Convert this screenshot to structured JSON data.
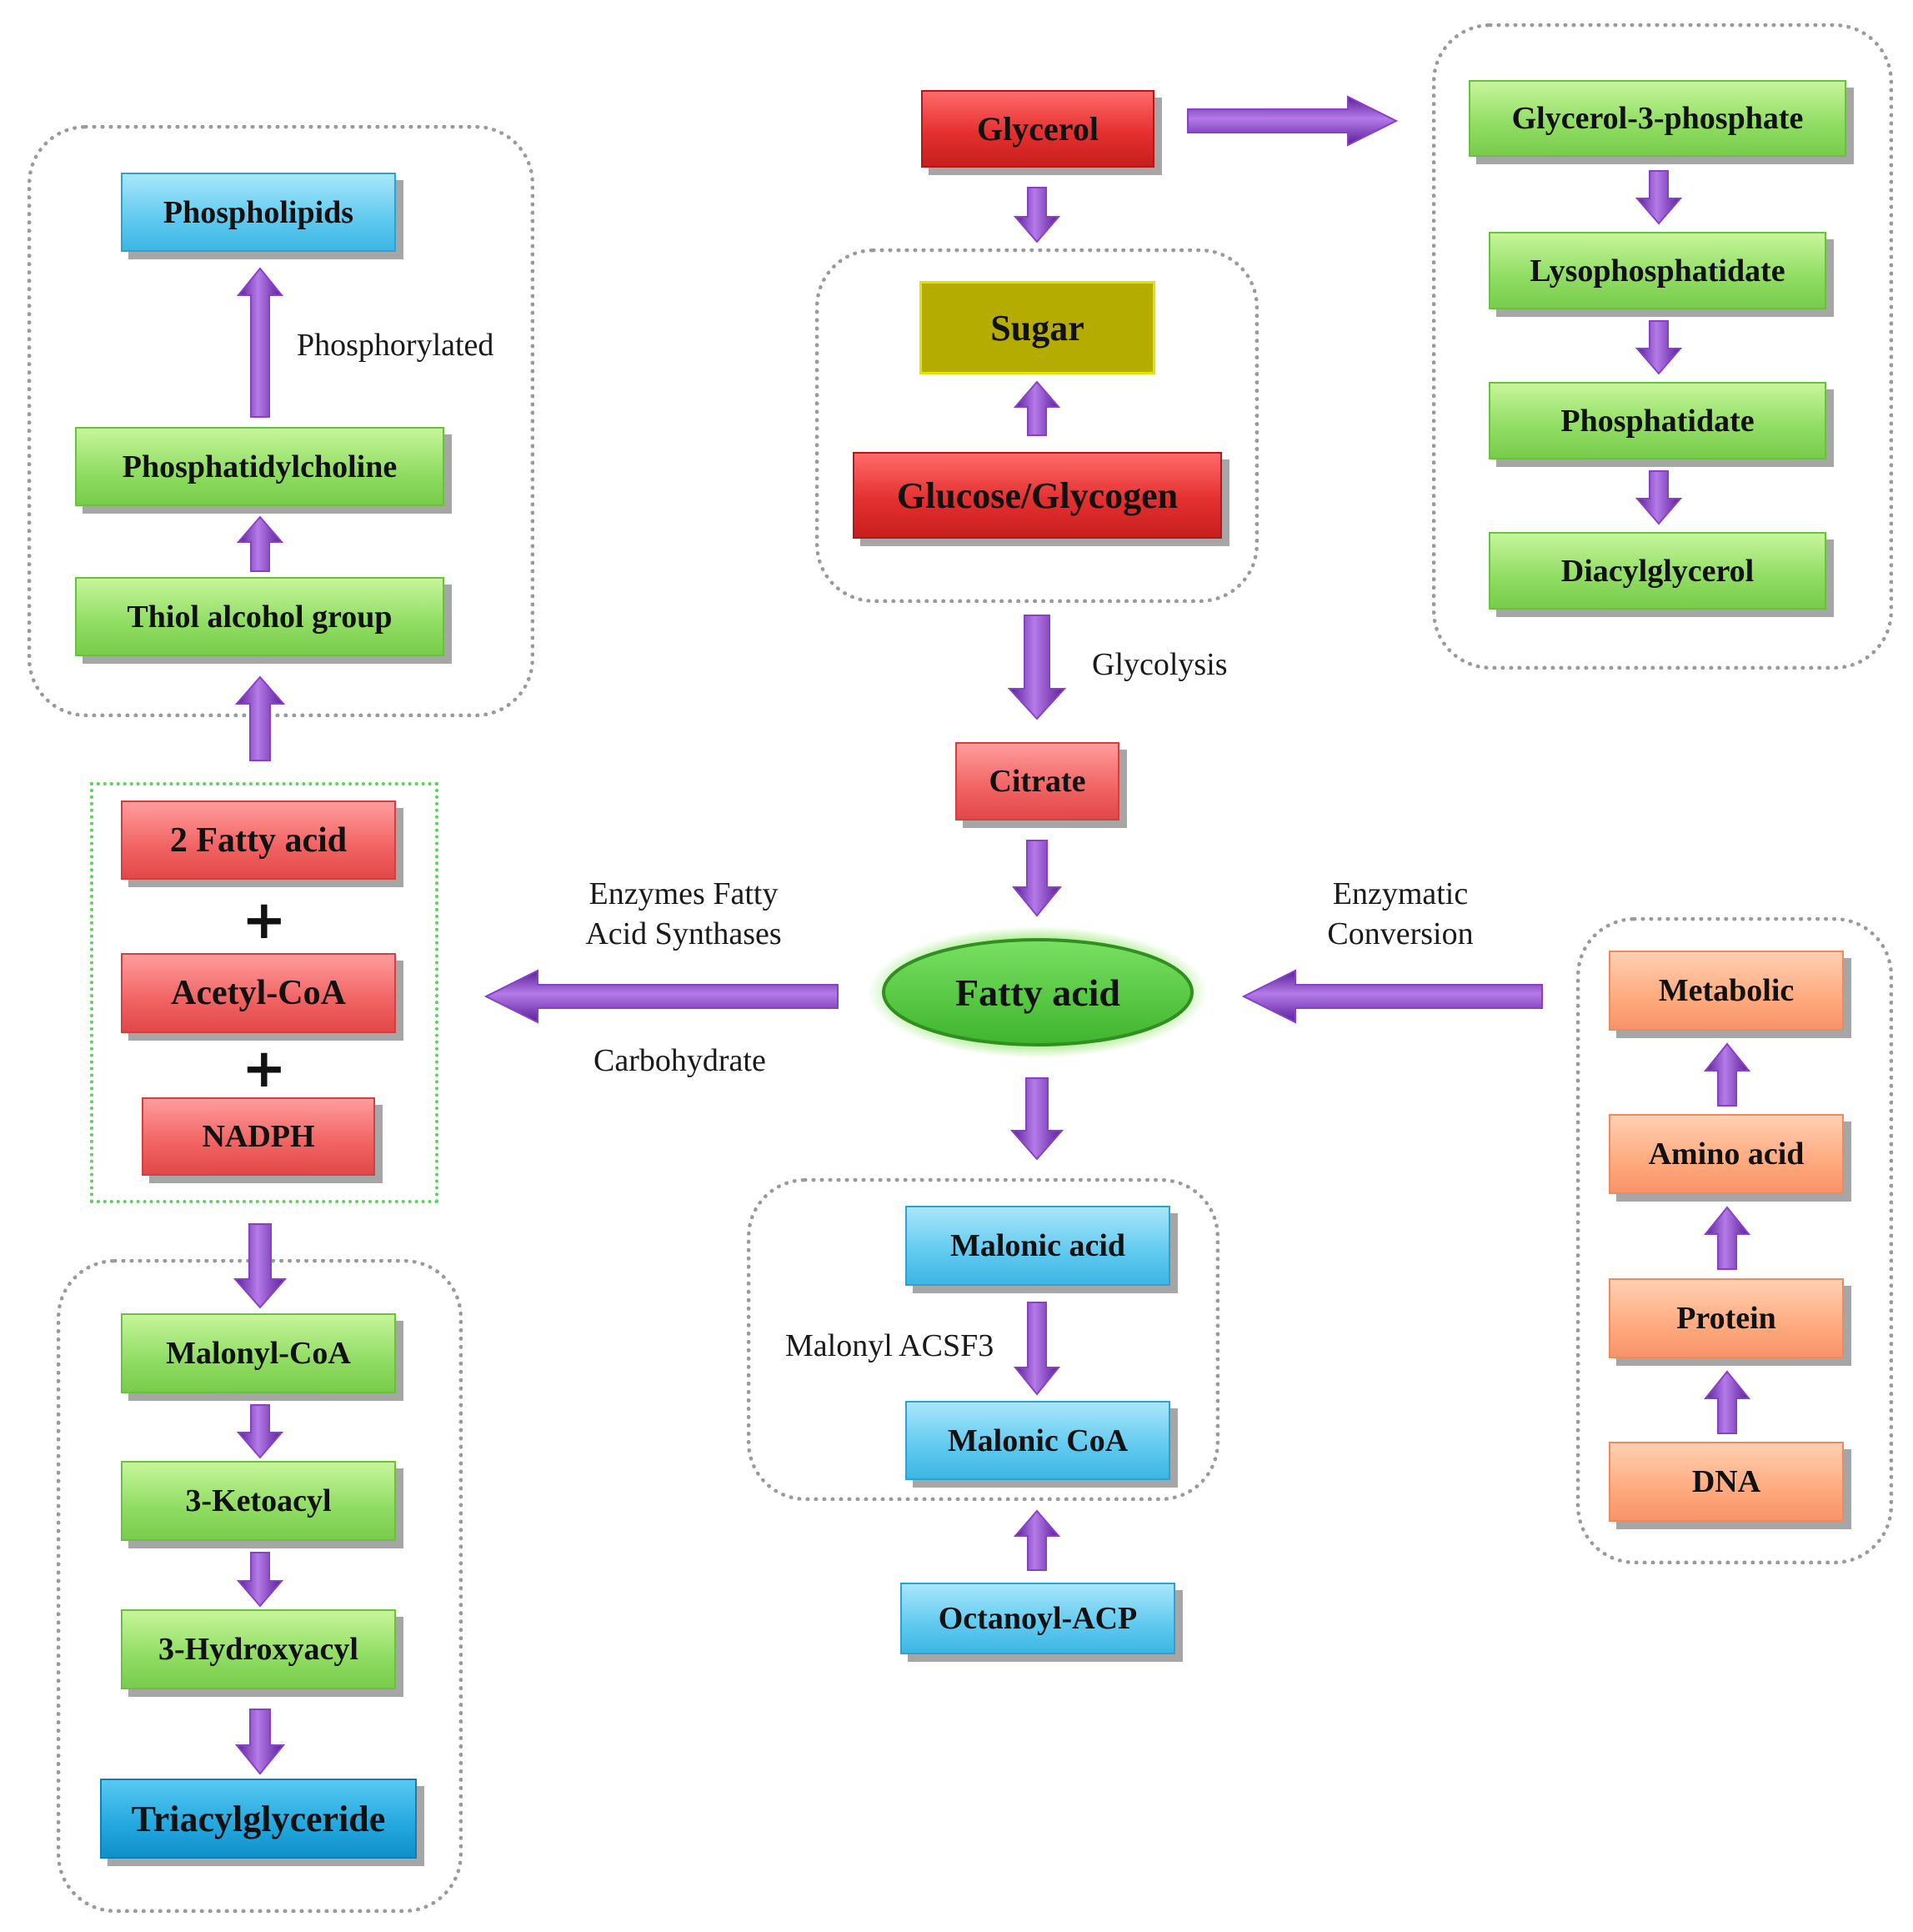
{
  "diagram": {
    "nodes": {
      "glycerol": "Glycerol",
      "sugar": "Sugar",
      "glucose_glycogen": "Glucose/Glycogen",
      "citrate": "Citrate",
      "fatty_acid": "Fatty acid",
      "malonic_acid": "Malonic acid",
      "malonic_coa": "Malonic CoA",
      "octanoyl_acp": "Octanoyl-ACP",
      "glycerol_3_phosphate": "Glycerol-3-phosphate",
      "lysophosphatidate": "Lysophosphatidate",
      "phosphatidate": "Phosphatidate",
      "diacylglycerol": "Diacylglycerol",
      "phospholipids": "Phospholipids",
      "phosphatidylcholine": "Phosphatidylcholine",
      "thiol_alcohol_group": "Thiol alcohol group",
      "two_fatty_acid": "2 Fatty acid",
      "acetyl_coa": "Acetyl-CoA",
      "nadph": "NADPH",
      "malonyl_coa": "Malonyl-CoA",
      "ketoacyl": "3-Ketoacyl",
      "hydroxyacyl": "3-Hydroxyacyl",
      "triacylglyceride": "Triacylglyceride",
      "metabolic": "Metabolic",
      "amino_acid": "Amino acid",
      "protein": "Protein",
      "dna": "DNA"
    },
    "labels": {
      "phosphorylated": "Phosphorylated",
      "glycolysis": "Glycolysis",
      "enzymes_line1": "Enzymes Fatty",
      "enzymes_line2": "Acid Synthases",
      "carbohydrate": "Carbohydrate",
      "enzymatic_line1": "Enzymatic",
      "enzymatic_line2": "Conversion",
      "malonyl_acsf3": "Malonyl ACSF3",
      "plus": "+"
    },
    "colors": {
      "arrow": "#8a3fc7",
      "red_box": "#e53030",
      "pink_box": "#f16262",
      "green_box": "#8fdc63",
      "blue_box": "#5fc9ef",
      "dark_blue_box": "#22a7de",
      "orange_box": "#ffaa7e",
      "olive_box": "#b4ad00",
      "ellipse": "#5ac83c"
    }
  }
}
